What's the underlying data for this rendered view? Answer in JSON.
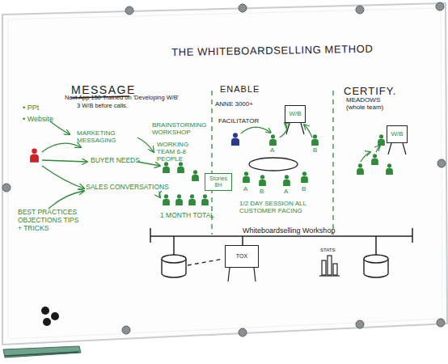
{
  "diagram": {
    "title": "THE WHITEBOARDSELLING METHOD",
    "nodes": [
      {
        "text": [
          "Stories 8H"
        ]
      },
      {
        "text": [
          "W/B"
        ]
      },
      {
        "text": [
          "W/B"
        ]
      },
      {
        "text": [
          "TOX"
        ]
      }
    ],
    "labels": [
      "MESSAGE",
      "ENABLE",
      "CERTIFY.",
      "Next App 150 Trained on 'Developing W/B'",
      "3 W/B before calls.",
      "• PPt",
      "• Website",
      "MARKETING MESSAGING",
      "BUYER NEEDS",
      "SALES CONVERSATIONS",
      "BEST PRACTICES OBJECTIONS TIPS + TRICKS",
      "BRAINSTORMING WORKSHOP",
      "WORKING TEAM 6-8 PEOPLE",
      "1 MONTH TOTAL",
      "ANNE 3000+",
      "FACILITATOR",
      "A",
      "B",
      "A",
      "B",
      "A",
      "B",
      "1/2 DAY SESSION ALL CUSTOMER FACING",
      "MEADOWS (whole team)",
      "Whiteboardselling Workshop",
      "STATS"
    ]
  }
}
